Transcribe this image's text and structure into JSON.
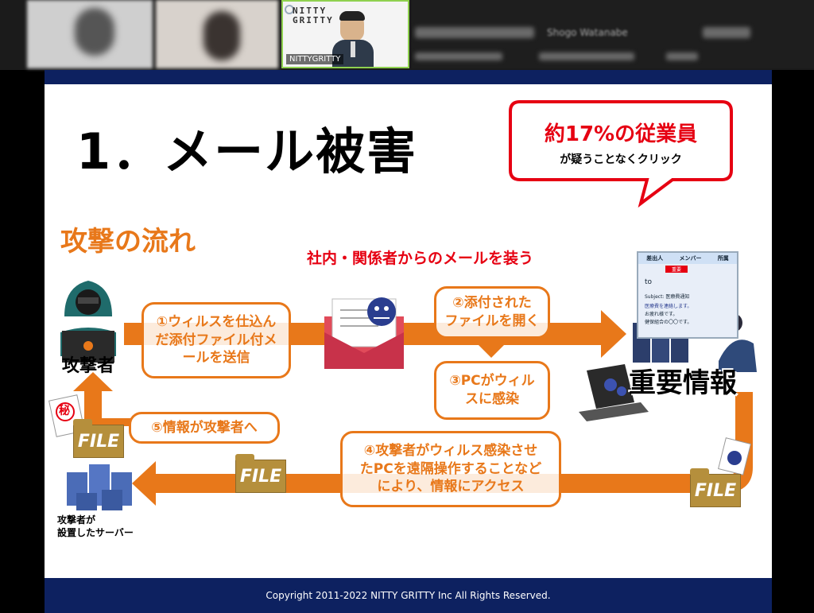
{
  "meeting": {
    "speaker_name": "NITTYGRITTY",
    "speaker_logo": [
      "NITTY",
      "GRITTY"
    ],
    "participants": [
      "Shogo Watanabe"
    ]
  },
  "slide": {
    "title": "1．メール被害",
    "callout": {
      "line1": "約17%の従業員",
      "line2": "が疑うことなくクリック"
    },
    "subtitle": "攻撃の流れ",
    "red_heading": "社内・関係者からのメールを装う",
    "steps": {
      "s1": "①ウィルスを仕込ん\nだ添付ファイル付メ\nールを送信",
      "s2": "②添付された\nファイルを開く",
      "s3": "③PCがウィル\nスに感染",
      "s4": "④攻撃者がウィルス感染させ\nたPCを遠隔操作することなど\nにより、情報にアクセス",
      "s5": "⑤情報が攻撃者へ"
    },
    "attacker_label": "攻撃者",
    "secret_char": "秘",
    "important_info": "重要情報",
    "server_label": "攻撃者が\n設置したサーバー",
    "file_label": "FILE",
    "email_panel": {
      "col1": "差出人",
      "col2": "メンバー",
      "col3": "所属",
      "tag": "重要",
      "to": "to",
      "subject": "Subject: 医療費通知",
      "body1": "医療費を連絡します。",
      "body2": "お疲れ様です。",
      "body3": "健保組合の〇〇です。"
    },
    "copyright": "Copyright 2011-2022 NITTY GRITTY Inc All Rights Reserved."
  },
  "colors": {
    "navy": "#0d2160",
    "orange": "#e8781a",
    "red": "#e60012",
    "file_gold": "#b58f3c"
  }
}
